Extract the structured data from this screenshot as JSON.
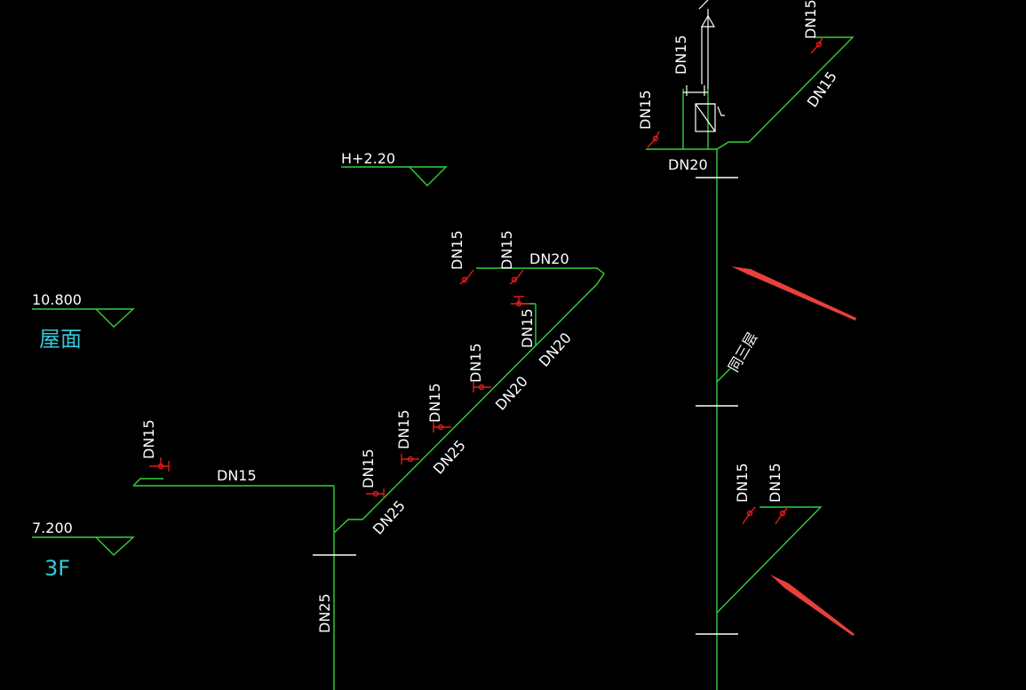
{
  "drawing": {
    "elevation_tag": "H+2.20",
    "levels": [
      {
        "elevation": "10.800",
        "floor": "屋面"
      },
      {
        "elevation": "7.200",
        "floor": "3F"
      }
    ],
    "pipe_sizes": {
      "dn15": "DN15",
      "dn20": "DN20",
      "dn25": "DN25"
    },
    "riser_note": "同三层",
    "colors": {
      "background": "#000000",
      "pipe": "#33d13a",
      "text": "#ffffff",
      "level_text": "#35c8d8",
      "valve": "#e31b1b",
      "arrow": "#e8403a"
    }
  }
}
